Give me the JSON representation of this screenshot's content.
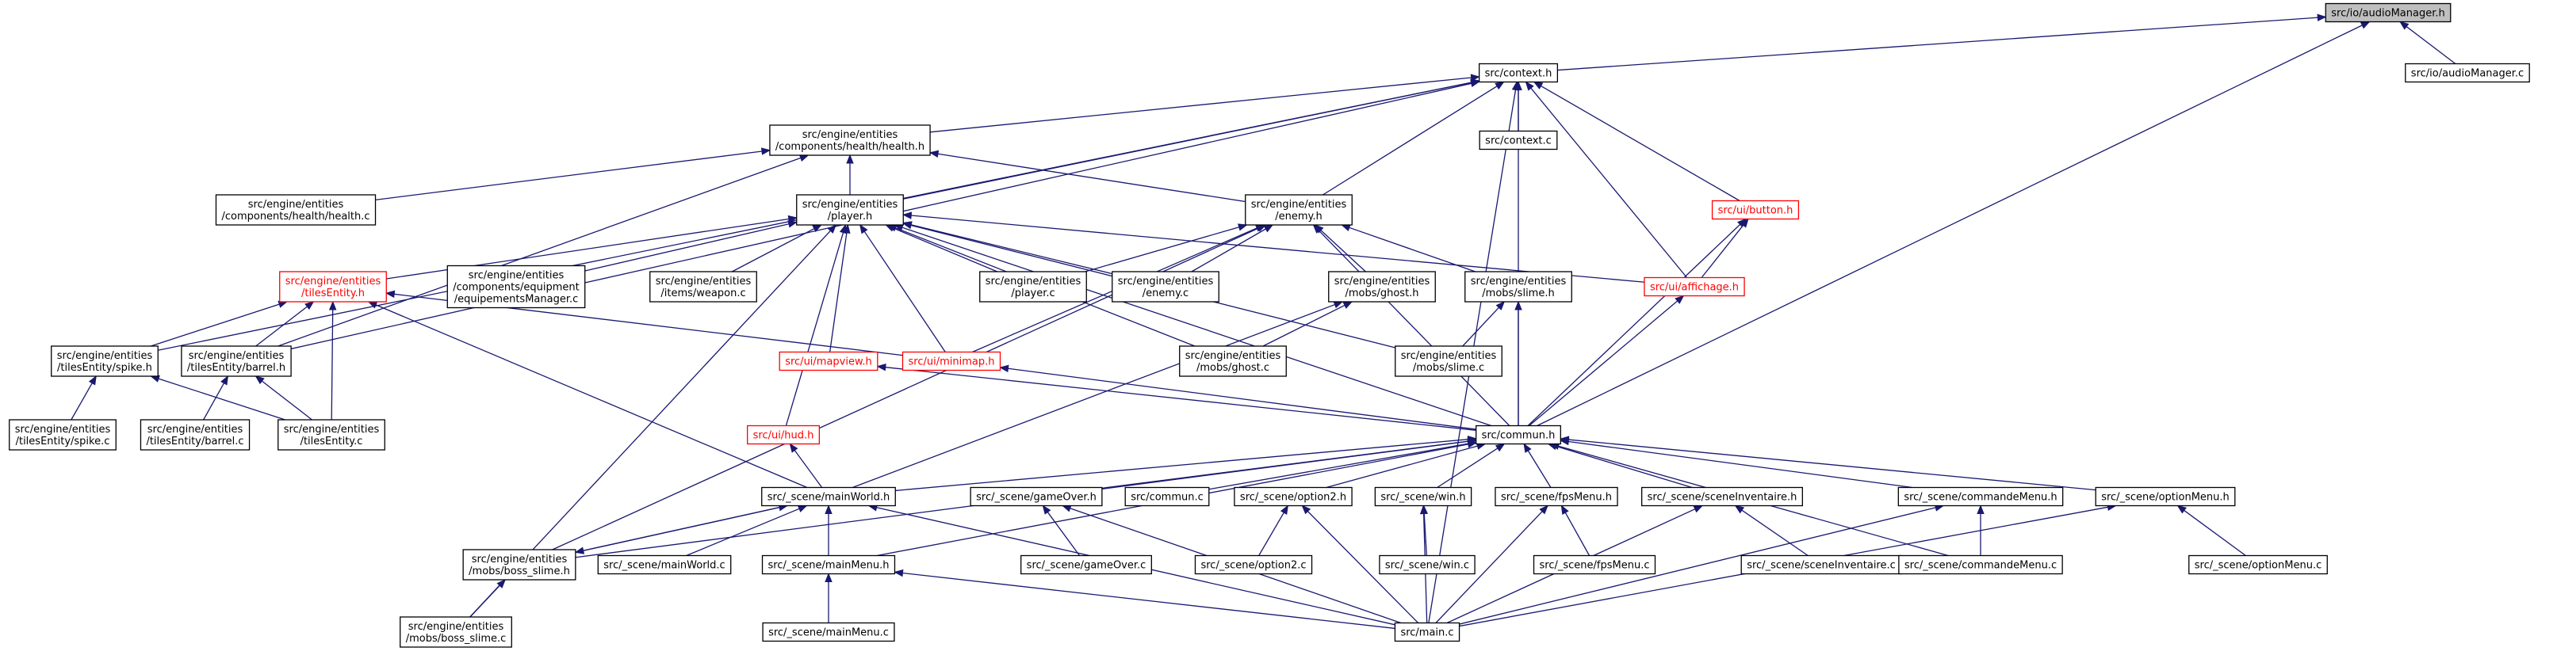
{
  "colors": {
    "edge": "#191970",
    "node_border": "#000000",
    "truncated_border": "#ff0000",
    "root_fill": "#bfbfbf",
    "background": "#ffffff"
  },
  "nodes": [
    {
      "id": "audioManager_h",
      "lines": [
        "src/io/audioManager.h"
      ],
      "style": "root"
    },
    {
      "id": "context_h",
      "lines": [
        "src/context.h"
      ]
    },
    {
      "id": "audioManager_c",
      "lines": [
        "src/io/audioManager.c"
      ]
    },
    {
      "id": "health_h",
      "lines": [
        "src/engine/entities",
        "/components/health/health.h"
      ]
    },
    {
      "id": "context_c",
      "lines": [
        "src/context.c"
      ]
    },
    {
      "id": "health_c",
      "lines": [
        "src/engine/entities",
        "/components/health/health.c"
      ]
    },
    {
      "id": "player_h",
      "lines": [
        "src/engine/entities",
        "/player.h"
      ]
    },
    {
      "id": "enemy_h",
      "lines": [
        "src/engine/entities",
        "/enemy.h"
      ]
    },
    {
      "id": "button_h",
      "lines": [
        "src/ui/button.h"
      ],
      "style": "truncated"
    },
    {
      "id": "tilesEntity_h",
      "lines": [
        "src/engine/entities",
        "/tilesEntity.h"
      ],
      "style": "truncated"
    },
    {
      "id": "equipementsManager_c",
      "lines": [
        "src/engine/entities",
        "/components/equipment",
        "/equipementsManager.c"
      ]
    },
    {
      "id": "weapon_c",
      "lines": [
        "src/engine/entities",
        "/items/weapon.c"
      ]
    },
    {
      "id": "player_c",
      "lines": [
        "src/engine/entities",
        "/player.c"
      ]
    },
    {
      "id": "enemy_c",
      "lines": [
        "src/engine/entities",
        "/enemy.c"
      ]
    },
    {
      "id": "ghost_h",
      "lines": [
        "src/engine/entities",
        "/mobs/ghost.h"
      ]
    },
    {
      "id": "slime_h",
      "lines": [
        "src/engine/entities",
        "/mobs/slime.h"
      ]
    },
    {
      "id": "affichage_h",
      "lines": [
        "src/ui/affichage.h"
      ],
      "style": "truncated"
    },
    {
      "id": "spike_h",
      "lines": [
        "src/engine/entities",
        "/tilesEntity/spike.h"
      ]
    },
    {
      "id": "barrel_h",
      "lines": [
        "src/engine/entities",
        "/tilesEntity/barrel.h"
      ]
    },
    {
      "id": "mapview_h",
      "lines": [
        "src/ui/mapview.h"
      ],
      "style": "truncated"
    },
    {
      "id": "minimap_h",
      "lines": [
        "src/ui/minimap.h"
      ],
      "style": "truncated"
    },
    {
      "id": "ghost_c",
      "lines": [
        "src/engine/entities",
        "/mobs/ghost.c"
      ]
    },
    {
      "id": "slime_c",
      "lines": [
        "src/engine/entities",
        "/mobs/slime.c"
      ]
    },
    {
      "id": "spike_c",
      "lines": [
        "src/engine/entities",
        "/tilesEntity/spike.c"
      ]
    },
    {
      "id": "barrel_c",
      "lines": [
        "src/engine/entities",
        "/tilesEntity/barrel.c"
      ]
    },
    {
      "id": "tilesEntity_c",
      "lines": [
        "src/engine/entities",
        "/tilesEntity.c"
      ]
    },
    {
      "id": "hud_h",
      "lines": [
        "src/ui/hud.h"
      ],
      "style": "truncated"
    },
    {
      "id": "commun_h",
      "lines": [
        "src/commun.h"
      ]
    },
    {
      "id": "mainWorld_h",
      "lines": [
        "src/_scene/mainWorld.h"
      ]
    },
    {
      "id": "gameOver_h",
      "lines": [
        "src/_scene/gameOver.h"
      ]
    },
    {
      "id": "commun_c",
      "lines": [
        "src/commun.c"
      ]
    },
    {
      "id": "option2_h",
      "lines": [
        "src/_scene/option2.h"
      ]
    },
    {
      "id": "win_h",
      "lines": [
        "src/_scene/win.h"
      ]
    },
    {
      "id": "fpsMenu_h",
      "lines": [
        "src/_scene/fpsMenu.h"
      ]
    },
    {
      "id": "sceneInventaire_h",
      "lines": [
        "src/_scene/sceneInventaire.h"
      ]
    },
    {
      "id": "commandeMenu_h",
      "lines": [
        "src/_scene/commandeMenu.h"
      ]
    },
    {
      "id": "optionMenu_h",
      "lines": [
        "src/_scene/optionMenu.h"
      ]
    },
    {
      "id": "boss_slime_h",
      "lines": [
        "src/engine/entities",
        "/mobs/boss_slime.h"
      ]
    },
    {
      "id": "mainWorld_c",
      "lines": [
        "src/_scene/mainWorld.c"
      ]
    },
    {
      "id": "mainMenu_h",
      "lines": [
        "src/_scene/mainMenu.h"
      ]
    },
    {
      "id": "gameOver_c",
      "lines": [
        "src/_scene/gameOver.c"
      ]
    },
    {
      "id": "option2_c",
      "lines": [
        "src/_scene/option2.c"
      ]
    },
    {
      "id": "win_c",
      "lines": [
        "src/_scene/win.c"
      ]
    },
    {
      "id": "fpsMenu_c",
      "lines": [
        "src/_scene/fpsMenu.c"
      ]
    },
    {
      "id": "sceneInventaire_c",
      "lines": [
        "src/_scene/sceneInventaire.c"
      ]
    },
    {
      "id": "commandeMenu_c",
      "lines": [
        "src/_scene/commandeMenu.c"
      ]
    },
    {
      "id": "optionMenu_c",
      "lines": [
        "src/_scene/optionMenu.c"
      ]
    },
    {
      "id": "boss_slime_c",
      "lines": [
        "src/engine/entities",
        "/mobs/boss_slime.c"
      ]
    },
    {
      "id": "mainMenu_c",
      "lines": [
        "src/_scene/mainMenu.c"
      ]
    },
    {
      "id": "main_c",
      "lines": [
        "src/main.c"
      ]
    }
  ],
  "edges": [
    [
      "audioManager_h",
      "context_h"
    ],
    [
      "audioManager_h",
      "audioManager_c"
    ],
    [
      "audioManager_h",
      "commun_h"
    ],
    [
      "context_h",
      "context_c"
    ],
    [
      "context_h",
      "health_h"
    ],
    [
      "context_h",
      "player_h"
    ],
    [
      "context_h",
      "enemy_h"
    ],
    [
      "context_h",
      "button_h"
    ],
    [
      "context_h",
      "affichage_h"
    ],
    [
      "context_h",
      "commun_h"
    ],
    [
      "context_h",
      "spike_h"
    ],
    [
      "context_h",
      "barrel_h"
    ],
    [
      "context_h",
      "main_c"
    ],
    [
      "health_h",
      "health_c"
    ],
    [
      "health_h",
      "player_h"
    ],
    [
      "health_h",
      "enemy_h"
    ],
    [
      "health_h",
      "barrel_h"
    ],
    [
      "player_h",
      "tilesEntity_h"
    ],
    [
      "player_h",
      "equipementsManager_c"
    ],
    [
      "player_h",
      "weapon_c"
    ],
    [
      "player_h",
      "player_c"
    ],
    [
      "player_h",
      "enemy_c"
    ],
    [
      "player_h",
      "affichage_h"
    ],
    [
      "player_h",
      "mapview_h"
    ],
    [
      "player_h",
      "minimap_h"
    ],
    [
      "player_h",
      "ghost_c"
    ],
    [
      "player_h",
      "slime_c"
    ],
    [
      "player_h",
      "hud_h"
    ],
    [
      "player_h",
      "commun_h"
    ],
    [
      "player_h",
      "boss_slime_c"
    ],
    [
      "enemy_h",
      "player_c"
    ],
    [
      "enemy_h",
      "enemy_c"
    ],
    [
      "enemy_h",
      "ghost_h"
    ],
    [
      "enemy_h",
      "slime_h"
    ],
    [
      "enemy_h",
      "minimap_h"
    ],
    [
      "enemy_h",
      "boss_slime_h"
    ],
    [
      "enemy_h",
      "commun_h"
    ],
    [
      "tilesEntity_h",
      "spike_h"
    ],
    [
      "tilesEntity_h",
      "barrel_h"
    ],
    [
      "tilesEntity_h",
      "tilesEntity_c"
    ],
    [
      "tilesEntity_h",
      "minimap_h"
    ],
    [
      "tilesEntity_h",
      "mainWorld_h"
    ],
    [
      "ghost_h",
      "ghost_c"
    ],
    [
      "ghost_h",
      "mainWorld_h"
    ],
    [
      "slime_h",
      "slime_c"
    ],
    [
      "slime_h",
      "commun_h"
    ],
    [
      "button_h",
      "affichage_h"
    ],
    [
      "button_h",
      "commun_h"
    ],
    [
      "affichage_h",
      "commun_h"
    ],
    [
      "spike_h",
      "spike_c"
    ],
    [
      "spike_h",
      "tilesEntity_c"
    ],
    [
      "barrel_h",
      "barrel_c"
    ],
    [
      "barrel_h",
      "tilesEntity_c"
    ],
    [
      "mapview_h",
      "commun_h"
    ],
    [
      "minimap_h",
      "commun_h"
    ],
    [
      "hud_h",
      "mainWorld_h"
    ],
    [
      "commun_h",
      "mainWorld_h"
    ],
    [
      "commun_h",
      "gameOver_h"
    ],
    [
      "commun_h",
      "commun_c"
    ],
    [
      "commun_h",
      "option2_h"
    ],
    [
      "commun_h",
      "win_h"
    ],
    [
      "commun_h",
      "fpsMenu_h"
    ],
    [
      "commun_h",
      "sceneInventaire_h"
    ],
    [
      "commun_h",
      "commandeMenu_h"
    ],
    [
      "commun_h",
      "optionMenu_h"
    ],
    [
      "commun_h",
      "mainMenu_h"
    ],
    [
      "commun_h",
      "boss_slime_h"
    ],
    [
      "commun_h",
      "commandeMenu_c"
    ],
    [
      "mainWorld_h",
      "boss_slime_h"
    ],
    [
      "mainWorld_h",
      "mainWorld_c"
    ],
    [
      "mainWorld_h",
      "mainMenu_h"
    ],
    [
      "mainWorld_h",
      "main_c"
    ],
    [
      "boss_slime_h",
      "mainWorld_h"
    ],
    [
      "boss_slime_h",
      "boss_slime_c"
    ],
    [
      "gameOver_h",
      "gameOver_c"
    ],
    [
      "gameOver_h",
      "main_c"
    ],
    [
      "option2_h",
      "option2_c"
    ],
    [
      "option2_h",
      "main_c"
    ],
    [
      "win_h",
      "win_c"
    ],
    [
      "win_h",
      "main_c"
    ],
    [
      "fpsMenu_h",
      "fpsMenu_c"
    ],
    [
      "fpsMenu_h",
      "main_c"
    ],
    [
      "sceneInventaire_h",
      "sceneInventaire_c"
    ],
    [
      "sceneInventaire_h",
      "main_c"
    ],
    [
      "commandeMenu_h",
      "commandeMenu_c"
    ],
    [
      "commandeMenu_h",
      "main_c"
    ],
    [
      "optionMenu_h",
      "optionMenu_c"
    ],
    [
      "optionMenu_h",
      "main_c"
    ],
    [
      "mainMenu_h",
      "mainMenu_c"
    ],
    [
      "mainMenu_h",
      "main_c"
    ]
  ]
}
